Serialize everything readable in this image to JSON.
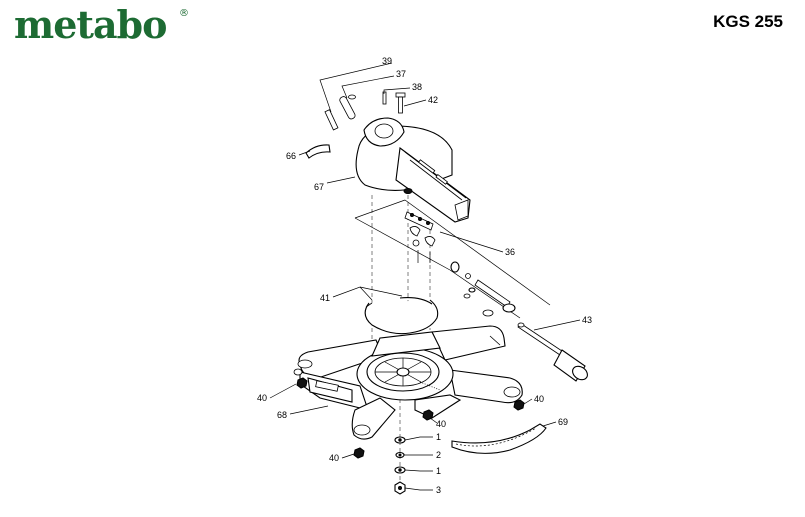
{
  "brand": {
    "logo_text": "metabo",
    "registered_mark": "®",
    "brand_color": "#1d6b33"
  },
  "model": "KGS 255",
  "callouts": [
    {
      "id": "c39",
      "label": "39"
    },
    {
      "id": "c37",
      "label": "37"
    },
    {
      "id": "c38",
      "label": "38"
    },
    {
      "id": "c42",
      "label": "42"
    },
    {
      "id": "c66",
      "label": "66"
    },
    {
      "id": "c67",
      "label": "67"
    },
    {
      "id": "c36",
      "label": "36"
    },
    {
      "id": "c41",
      "label": "41"
    },
    {
      "id": "c43",
      "label": "43"
    },
    {
      "id": "c40a",
      "label": "40"
    },
    {
      "id": "c68",
      "label": "68"
    },
    {
      "id": "c40b",
      "label": "40"
    },
    {
      "id": "c40c",
      "label": "40"
    },
    {
      "id": "c69",
      "label": "69"
    },
    {
      "id": "c40d",
      "label": "40"
    },
    {
      "id": "c1a",
      "label": "1"
    },
    {
      "id": "c2",
      "label": "2"
    },
    {
      "id": "c1b",
      "label": "1"
    },
    {
      "id": "c3",
      "label": "3"
    }
  ]
}
